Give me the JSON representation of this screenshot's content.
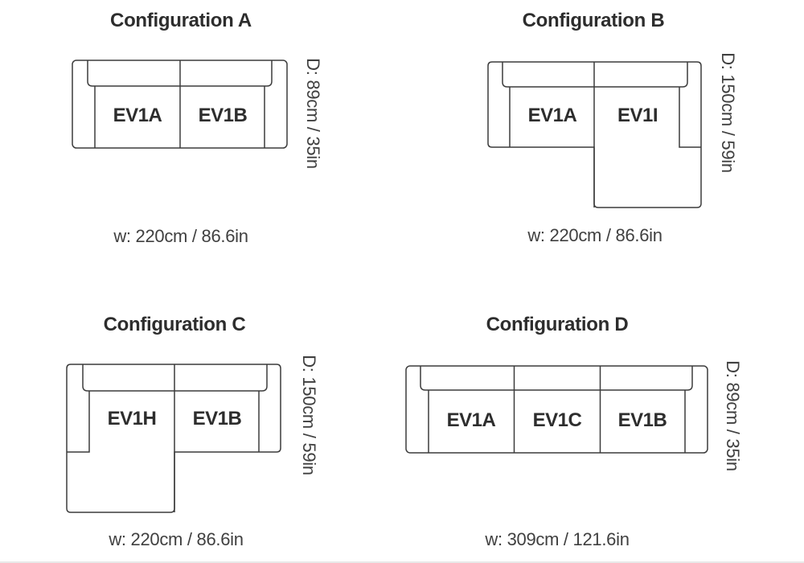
{
  "style": {
    "page_bg": "#ffffff",
    "line_color": "#3c3c3c",
    "text_color": "#2d2d2d",
    "dim_text_color": "#404040"
  },
  "configurations": [
    {
      "id": "A",
      "title": "Configuration A",
      "modules": [
        "EV1A",
        "EV1B"
      ],
      "depth_label": "D: 89cm / 35in",
      "width_label": "w: 220cm / 86.6in"
    },
    {
      "id": "B",
      "title": "Configuration B",
      "modules": [
        "EV1A",
        "EV1I"
      ],
      "depth_label": "D: 150cm / 59in",
      "width_label": "w: 220cm / 86.6in"
    },
    {
      "id": "C",
      "title": "Configuration C",
      "modules": [
        "EV1H",
        "EV1B"
      ],
      "depth_label": "D: 150cm / 59in",
      "width_label": "w: 220cm / 86.6in"
    },
    {
      "id": "D",
      "title": "Configuration D",
      "modules": [
        "EV1A",
        "EV1C",
        "EV1B"
      ],
      "depth_label": "D: 89cm / 35in",
      "width_label": "w: 309cm / 121.6in"
    }
  ]
}
